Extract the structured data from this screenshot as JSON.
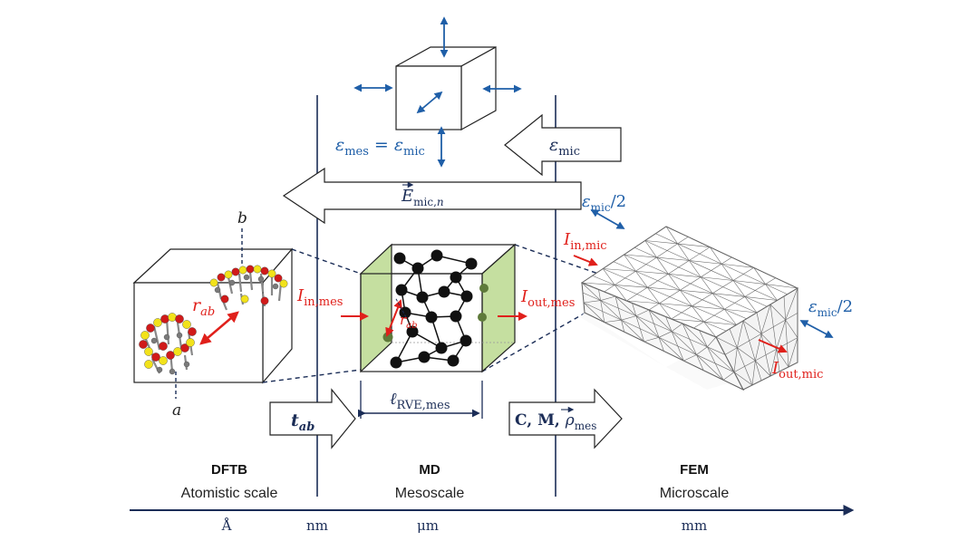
{
  "colors": {
    "blue": "#1f5fa8",
    "red": "#e0201b",
    "navy": "#1b2d57",
    "green_face": "#c5dfa0",
    "atom_yellow": "#f2e21b",
    "atom_red": "#d01a1a",
    "atom_gray": "#7a7a7a"
  },
  "scales": [
    {
      "method": "DFTB",
      "name": "Atomistic scale"
    },
    {
      "method": "MD",
      "name": "Mesoscale"
    },
    {
      "method": "FEM",
      "name": "Microscale"
    }
  ],
  "axis_units": [
    "Å",
    "nm",
    "μm",
    "mm"
  ],
  "labels": {
    "strain_mes_lhs": "ε",
    "strain_mes_lhs_sub": "mes",
    "strain_eq": "=",
    "strain_mes_rhs": "ε",
    "strain_mes_rhs_sub": "mic",
    "strain_mic_arrow": "ε",
    "strain_mic_arrow_sub": "mic",
    "energy_arrow": "E",
    "energy_arrow_sub": "mic,",
    "energy_arrow_sub_n": "n",
    "strain_half_top": "ε",
    "strain_half_top_sub": "mic",
    "strain_half_top_tail": "/2",
    "strain_half_right": "ε",
    "strain_half_right_sub": "mic",
    "strain_half_right_tail": "/2",
    "b_label": "b",
    "a_label": "a",
    "r_ab_big": "r",
    "r_ab_big_sub": "ab",
    "r_ab_small": "r",
    "r_ab_small_sub": "ab",
    "I_in_mes": "I",
    "I_in_mes_sub": "in,mes",
    "I_out_mes": "I",
    "I_out_mes_sub": "out,mes",
    "I_in_mic": "I",
    "I_in_mic_sub": "in,mic",
    "I_out_mic": "I",
    "I_out_mic_sub": "out,mic",
    "l_rve": "ℓ",
    "l_rve_sub": "RVE,mes",
    "t_ab": "t",
    "t_ab_sub": "ab",
    "cm_rho_prefix": "C, M, ",
    "cm_rho_rho": "ρ",
    "cm_rho_sub": "mes"
  }
}
